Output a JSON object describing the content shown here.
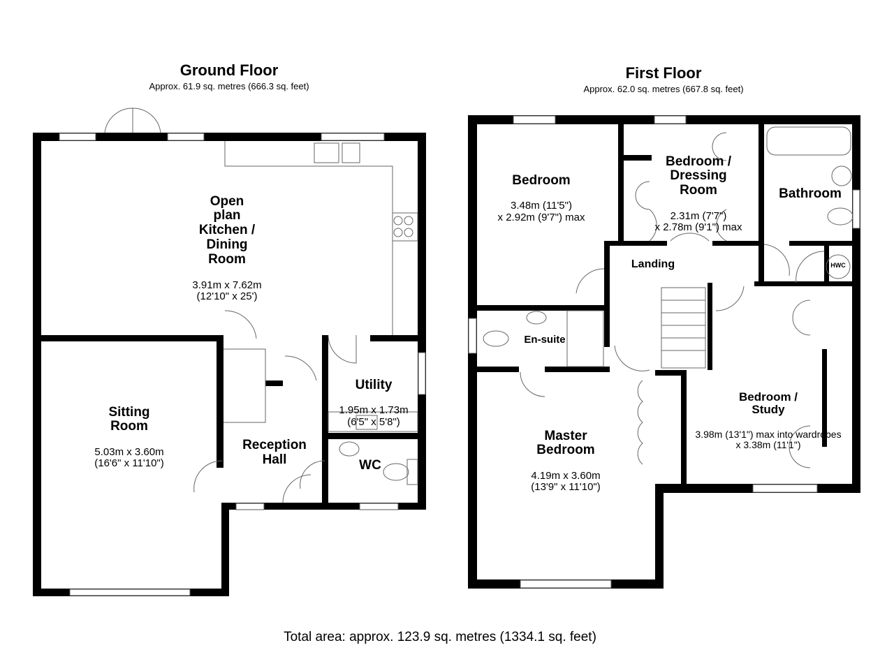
{
  "ground_floor": {
    "title": "Ground Floor",
    "area": "Approx. 61.9 sq. metres (666.3 sq. feet)",
    "rooms": [
      {
        "name": "Open\nplan\nKitchen /\nDining\nRoom",
        "dims": "3.91m x 7.62m\n(12'10\" x 25')"
      },
      {
        "name": "Sitting\nRoom",
        "dims": "5.03m x 3.60m\n(16'6\" x 11'10\")"
      },
      {
        "name": "Utility",
        "dims": "1.95m x 1.73m\n(6'5\" x 5'8\")"
      },
      {
        "name": "Reception\nHall",
        "dims": ""
      },
      {
        "name": "WC",
        "dims": ""
      }
    ]
  },
  "first_floor": {
    "title": "First Floor",
    "area": "Approx. 62.0 sq. metres (667.8 sq. feet)",
    "rooms": [
      {
        "name": "Bedroom",
        "dims": "3.48m (11'5\")\nx 2.92m (9'7\") max"
      },
      {
        "name": "Bedroom /\nDressing\nRoom",
        "dims": "2.31m (7'7\")\nx 2.78m (9'1\") max"
      },
      {
        "name": "Bathroom",
        "dims": ""
      },
      {
        "name": "Landing",
        "dims": ""
      },
      {
        "name": "En-suite",
        "dims": ""
      },
      {
        "name": "Master\nBedroom",
        "dims": "4.19m x 3.60m\n(13'9\" x 11'10\")"
      },
      {
        "name": "Bedroom /\nStudy",
        "dims": "3.98m (13'1\") max into wardrobes\nx 3.38m (11'1\")"
      }
    ],
    "hwc_label": "HWC"
  },
  "total_area": "Total area: approx. 123.9 sq. metres (1334.1 sq. feet)"
}
